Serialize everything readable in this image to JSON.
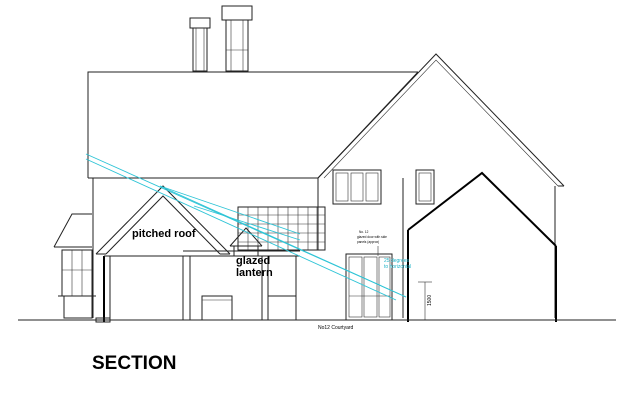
{
  "drawing": {
    "labels": {
      "pitched_roof": "pitched roof",
      "glazed_line1": "glazed",
      "glazed_line2": "lantern",
      "angle_line1": "25 degrees",
      "angle_line2": "to horizontal",
      "courtyard": "No12  Courtyard",
      "note_line1": "No. 12",
      "note_line2": "glazed door with side",
      "note_line3": "panels (approx)",
      "dimension": "1500",
      "section_title": "SECTION"
    },
    "colors": {
      "ink": "#222222",
      "sightline": "#2ec4d6"
    }
  }
}
